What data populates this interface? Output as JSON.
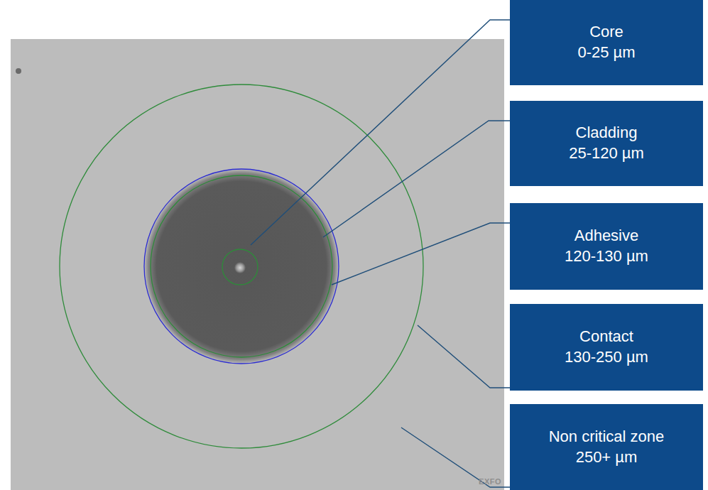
{
  "diagram": {
    "nodes": [
      {
        "text": [
          "Core",
          "0-25 µm"
        ]
      },
      {
        "text": [
          "Cladding",
          "25-120 µm"
        ]
      },
      {
        "text": [
          "Adhesive",
          "120-130 µm"
        ]
      },
      {
        "text": [
          "Contact",
          "130-250 µm"
        ]
      },
      {
        "text": [
          "Non critical zone",
          "250+ µm"
        ]
      }
    ],
    "labels": [
      "EXFO"
    ]
  }
}
